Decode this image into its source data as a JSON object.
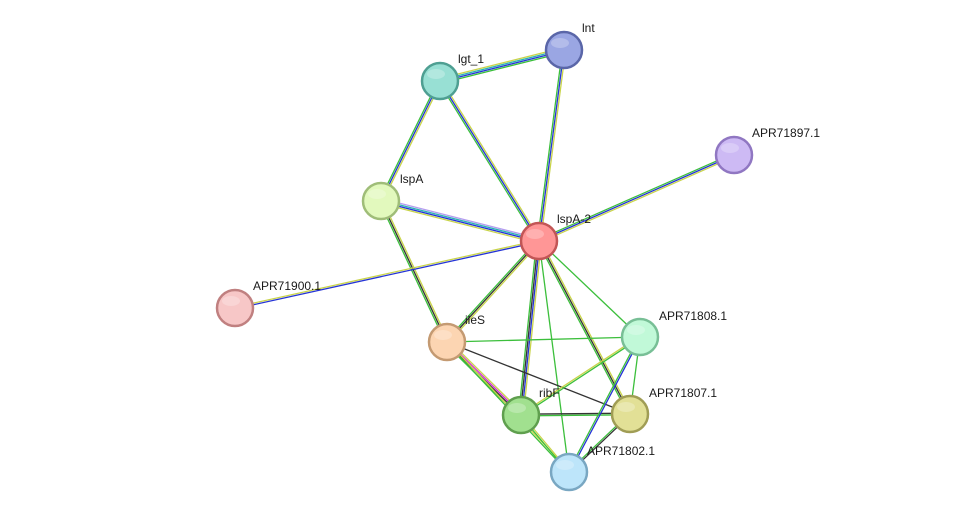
{
  "nodes": [
    {
      "id": "lnt",
      "label": "lnt",
      "color": "#9aa6e3",
      "stroke": "#5a66a8"
    },
    {
      "id": "lgt_1",
      "label": "lgt_1",
      "color": "#98e0d4",
      "stroke": "#4e9f92"
    },
    {
      "id": "APR71897.1",
      "label": "APR71897.1",
      "color": "#cdbaf4",
      "stroke": "#9077c2"
    },
    {
      "id": "lspA",
      "label": "lspA",
      "color": "#e2f9bd",
      "stroke": "#9fbd78"
    },
    {
      "id": "lspA-2",
      "label": "lspA-2",
      "color": "#ff9696",
      "stroke": "#c25656"
    },
    {
      "id": "APR71900.1",
      "label": "APR71900.1",
      "color": "#f7c7c7",
      "stroke": "#c08080"
    },
    {
      "id": "ileS",
      "label": "ileS",
      "color": "#fcd5b2",
      "stroke": "#c49a72"
    },
    {
      "id": "APR71808.1",
      "label": "APR71808.1",
      "color": "#c1f9d8",
      "stroke": "#78bf96"
    },
    {
      "id": "ribF",
      "label": "ribF",
      "color": "#a1e08f",
      "stroke": "#5f9f4e"
    },
    {
      "id": "APR71807.1",
      "label": "APR71807.1",
      "color": "#e2e096",
      "stroke": "#a09d55"
    },
    {
      "id": "APR71802.1",
      "label": "APR71802.1",
      "color": "#bde5fa",
      "stroke": "#79a7c2"
    }
  ],
  "edges": [
    {
      "source": "lgt_1",
      "target": "lnt",
      "colors": [
        "#c9d44a",
        "#2ab3b3",
        "#2433d6",
        "#3cbf3c"
      ]
    },
    {
      "source": "lnt",
      "target": "lspA-2",
      "colors": [
        "#c9d44a",
        "#2433d6",
        "#3cbf3c"
      ]
    },
    {
      "source": "lgt_1",
      "target": "lspA",
      "colors": [
        "#c9d44a",
        "#2433d6",
        "#3cbf3c"
      ]
    },
    {
      "source": "lgt_1",
      "target": "lspA-2",
      "colors": [
        "#c9d44a",
        "#2433d6",
        "#3cbf3c"
      ]
    },
    {
      "source": "lspA",
      "target": "lspA-2",
      "colors": [
        "#b59cf0",
        "#2ab3b3",
        "#2433d6",
        "#c9d44a"
      ]
    },
    {
      "source": "lspA",
      "target": "ileS",
      "colors": [
        "#c9d44a",
        "#333333",
        "#3cbf3c"
      ]
    },
    {
      "source": "APR71897.1",
      "target": "lspA-2",
      "colors": [
        "#c9d44a",
        "#2433d6",
        "#3cbf3c"
      ]
    },
    {
      "source": "APR71900.1",
      "target": "lspA-2",
      "colors": [
        "#c9d44a",
        "#2433d6"
      ]
    },
    {
      "source": "lspA-2",
      "target": "ileS",
      "colors": [
        "#c9d44a",
        "#333333",
        "#3cbf3c"
      ]
    },
    {
      "source": "lspA-2",
      "target": "ribF",
      "colors": [
        "#c9d44a",
        "#2433d6",
        "#333333",
        "#3cbf3c"
      ]
    },
    {
      "source": "lspA-2",
      "target": "APR71807.1",
      "colors": [
        "#c9d44a",
        "#333333",
        "#3cbf3c"
      ]
    },
    {
      "source": "lspA-2",
      "target": "APR71808.1",
      "colors": [
        "#3cbf3c"
      ]
    },
    {
      "source": "lspA-2",
      "target": "APR71802.1",
      "colors": [
        "#3cbf3c"
      ]
    },
    {
      "source": "ileS",
      "target": "APR71808.1",
      "colors": [
        "#3cbf3c"
      ]
    },
    {
      "source": "ileS",
      "target": "APR71807.1",
      "colors": [
        "#333333"
      ]
    },
    {
      "source": "ileS",
      "target": "ribF",
      "colors": [
        "#c9d44a",
        "#d62ad6",
        "#333333",
        "#3cbf3c"
      ]
    },
    {
      "source": "ileS",
      "target": "APR71802.1",
      "colors": [
        "#c9d44a",
        "#3cbf3c"
      ]
    },
    {
      "source": "ribF",
      "target": "APR71808.1",
      "colors": [
        "#c9d44a",
        "#3cbf3c"
      ]
    },
    {
      "source": "ribF",
      "target": "APR71807.1",
      "colors": [
        "#333333",
        "#3cbf3c"
      ]
    },
    {
      "source": "ribF",
      "target": "APR71802.1",
      "colors": [
        "#c9d44a",
        "#3cbf3c"
      ]
    },
    {
      "source": "APR71808.1",
      "target": "APR71807.1",
      "colors": [
        "#3cbf3c"
      ]
    },
    {
      "source": "APR71808.1",
      "target": "APR71802.1",
      "colors": [
        "#2433d6",
        "#3cbf3c"
      ]
    },
    {
      "source": "APR71807.1",
      "target": "APR71802.1",
      "colors": [
        "#333333",
        "#3cbf3c"
      ]
    }
  ]
}
